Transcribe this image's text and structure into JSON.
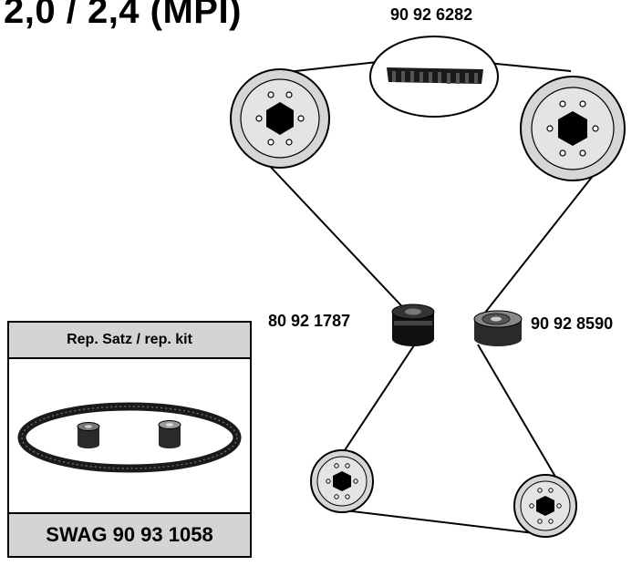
{
  "header": {
    "title": "2,0 / 2,4 (MPI)"
  },
  "parts": {
    "belt_number": "90 92 6282",
    "idler_number": "80 92 1787",
    "tensioner_number": "90 92 8590"
  },
  "kit": {
    "header": "Rep. Satz / rep. kit",
    "footer": "SWAG 90 93 1058"
  },
  "colors": {
    "pulley_fill": "#d6d6d6",
    "hub_fill": "#000000",
    "panel_fill": "#d4d4d4"
  }
}
